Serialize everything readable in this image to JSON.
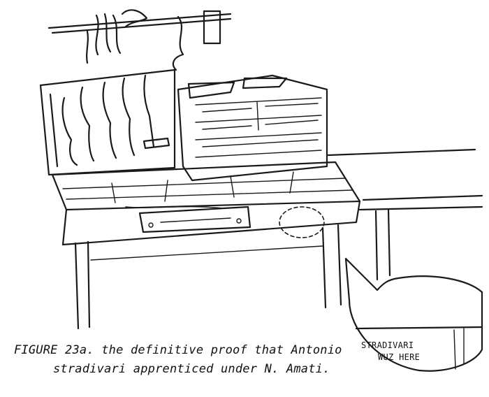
{
  "caption": {
    "line1": "FIGURE 23a. the definitive proof that Antonio",
    "line2": "stradivari apprenticed under N. Amati."
  },
  "speech_bubble": {
    "line1": "STRADIVARI",
    "line2": "WUZ HERE"
  },
  "drawing_style": {
    "ink_color": "#1a1a1a",
    "paper_color": "#ffffff"
  }
}
